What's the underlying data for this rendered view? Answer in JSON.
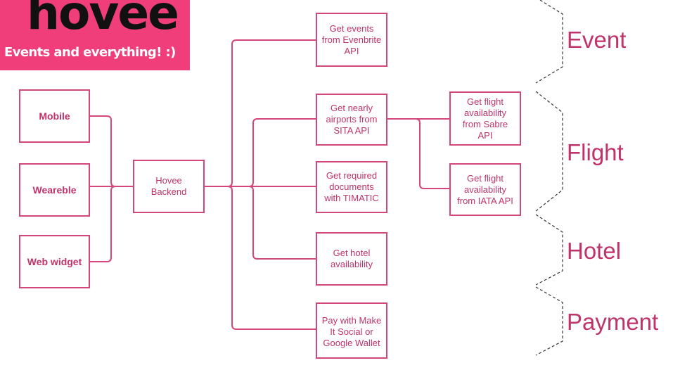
{
  "logo": {
    "title": "hovee",
    "tagline": "Events and everything! :)"
  },
  "clients": [
    "Mobile",
    "Weareble",
    "Web widget"
  ],
  "backend": "Hovee Backend",
  "services": [
    "Get events from Evenbrite API",
    "Get nearly airports from SITA API",
    "Get required documents with TIMATIC",
    "Get hotel availability",
    "Pay with Make It Social or Google Wallet"
  ],
  "flight_providers": [
    "Get flight availability from Sabre API",
    "Get flight availability from IATA API"
  ],
  "categories": [
    "Event",
    "Flight",
    "Hotel",
    "Payment"
  ],
  "colors": {
    "brand": "#ef3e7a",
    "line": "#d4477b",
    "text": "#c0336a",
    "brace": "#333333"
  }
}
